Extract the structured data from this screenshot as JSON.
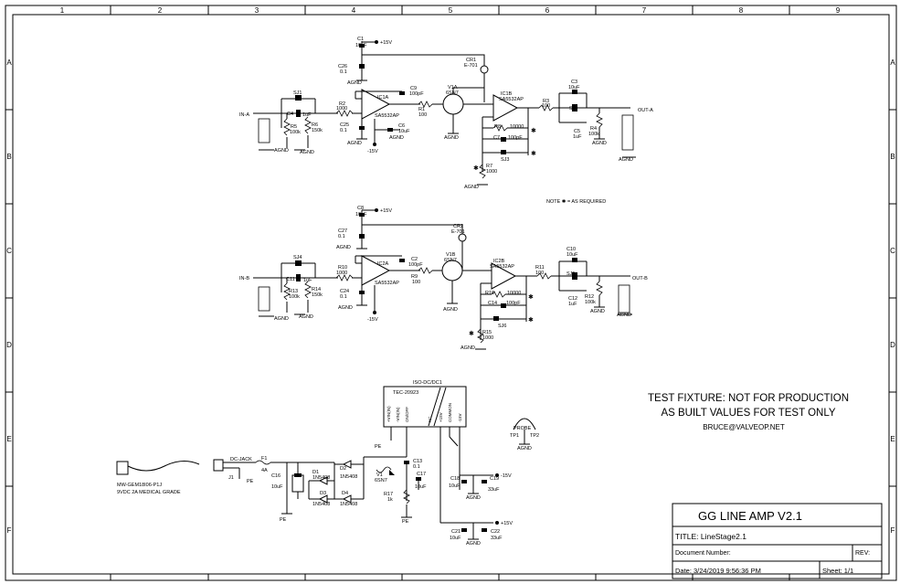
{
  "frame": {
    "columns": [
      "1",
      "2",
      "3",
      "4",
      "5",
      "6",
      "7",
      "8",
      "9"
    ],
    "rows": [
      "A",
      "B",
      "C",
      "D",
      "E",
      "F"
    ]
  },
  "notes": {
    "as_required": "NOTE ✱ = AS REQUIRED",
    "fixture_line1": "TEST FIXTURE: NOT FOR PRODUCTION",
    "fixture_line2": "AS BUILT VALUES FOR TEST ONLY",
    "email": "BRUCE@VALVEOP.NET"
  },
  "title_block": {
    "project": "GG LINE AMP V2.1",
    "title": "TITLE:  LineStage2.1",
    "document": "Document Number:",
    "rev": "REV:",
    "date": "Date: 3/24/2019 9:56:36 PM",
    "sheet": "Sheet: 1/1"
  },
  "channel_a": {
    "in": "IN-A",
    "out": "OUT-A",
    "c1": "C1",
    "c1v": "10uF",
    "vplus": "+15V",
    "vminus": "-15V",
    "c26": "C26",
    "c26v": "0.1",
    "agnd": "AGND",
    "cr1": "CR1",
    "cr1v": "E-701",
    "sj1": "SJ1",
    "c4": "C4",
    "c4v": "1uF",
    "r5": "R5",
    "r5v": "100k",
    "r6": "R6",
    "r6v": "150k",
    "r2": "R2",
    "r2v": "1000",
    "ic1a": "IC1A",
    "ic1av": "SA5532AP",
    "c9": "C9",
    "c9v": "100pF",
    "r1": "R1",
    "r1v": "100",
    "v1a": "V1A",
    "v1av": "6SN7",
    "ic1b": "IC1B",
    "ic1bv": "SA5532AP",
    "r3": "R3",
    "r3v": "100",
    "c3": "C3",
    "c3v": "10uF",
    "sj2": "SJ2",
    "c5": "C5",
    "c5v": "1uF",
    "r4": "R4",
    "r4v": "100k",
    "c25": "C25",
    "c25v": "0.1",
    "c6": "C6",
    "c6v": "10uF",
    "r8": "R8",
    "r8v": "10000",
    "c7": "C7",
    "c7v": "100pF",
    "sj3": "SJ3",
    "r7": "R7",
    "r7v": "1000"
  },
  "channel_b": {
    "in": "IN-B",
    "out": "OUT-B",
    "c8": "C8",
    "c8v": "10uF",
    "vplus": "+15V",
    "vminus": "-15V",
    "c27": "C27",
    "c27v": "0.1",
    "agnd": "AGND",
    "cr2": "CR2",
    "cr2v": "E-701",
    "sj4": "SJ4",
    "c11": "C11",
    "c11v": "1uF",
    "r13": "R13",
    "r13v": "100k",
    "r14": "R14",
    "r14v": "150k",
    "r10": "R10",
    "r10v": "1000",
    "ic2a": "IC2A",
    "ic2av": "SA5532AP",
    "c2": "C2",
    "c2v": "100pF",
    "r9": "R9",
    "r9v": "100",
    "v1b": "V1B",
    "v1bv": "6SN7",
    "ic2b": "IC2B",
    "ic2bv": "SA5532AP",
    "r11": "R11",
    "r11v": "100",
    "c10": "C10",
    "c10v": "10uF",
    "sj5": "SJ5",
    "c12": "C12",
    "c12v": "1uF",
    "r12": "R12",
    "r12v": "100k",
    "c24": "C24",
    "c24v": "0.1",
    "r16": "R16",
    "r16v": "10000",
    "c14": "C14",
    "c14v": "100pF",
    "sj6": "SJ6",
    "r15": "R15",
    "r15v": "1000"
  },
  "power": {
    "iso": "ISO-DC/DC1",
    "tec": "TEC-20923",
    "pins": [
      "+VIN(IN)",
      "-VIN(IN)",
      "ON/OFF",
      "NC",
      "+15V",
      "COMMON",
      "-15V"
    ],
    "pe": "PE",
    "probe": "PROBE",
    "tp1": "TP1",
    "tp2": "TP2",
    "agnd": "AGND",
    "adapter": "MW-GEM18I06-P1J",
    "adapter_desc": "9VDC 2A MEDICAL GRADE",
    "dcjack": "DC-JACK",
    "j1": "J1",
    "f1": "F1",
    "f1v": "4A",
    "c16": "C16",
    "c16v": "10uF",
    "d1": "D1",
    "d2": "D2",
    "d3": "D3",
    "d4": "D4",
    "dv": "1N5408",
    "v1": "V1",
    "v1v": "6SN7",
    "c13": "C13",
    "c13v": "0.1",
    "c17": "C17",
    "c17v": "10uF",
    "r17": "R17",
    "r17v": "1k",
    "c18": "C18",
    "c18v": "10uF",
    "c19": "C19",
    "c19v": "33uF",
    "c21": "C21",
    "c21v": "10uF",
    "c22": "C22",
    "c22v": "33uF",
    "vm": "-15V",
    "vp": "+15V"
  }
}
